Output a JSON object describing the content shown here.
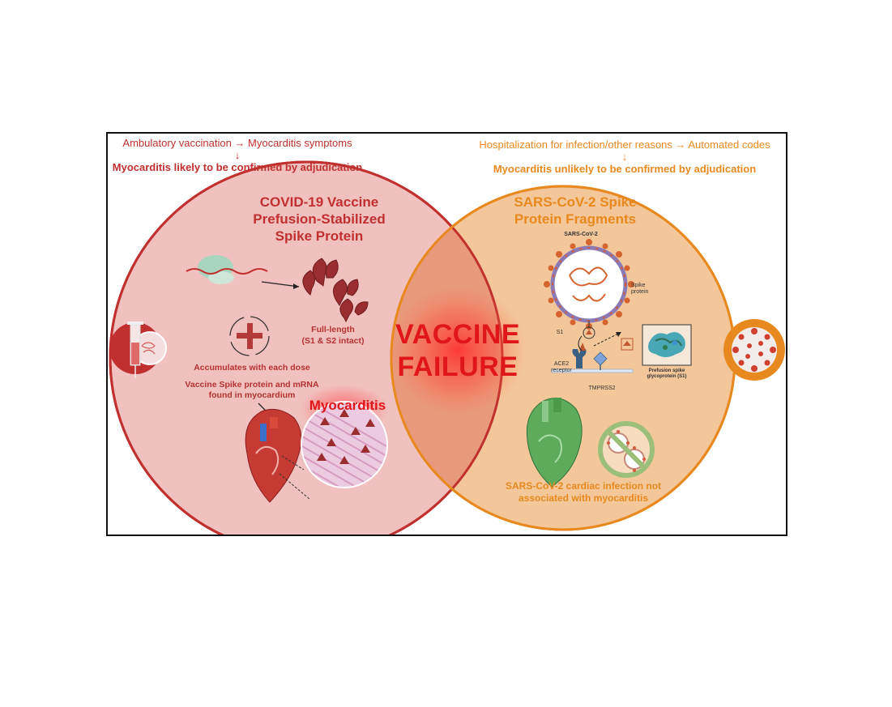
{
  "left_header": {
    "line1": "Ambulatory vaccination → Myocarditis symptoms",
    "arrow": "↓",
    "line2": "Myocarditis likely to be confirmed by adjudication"
  },
  "right_header": {
    "line1": "Hospitalization for infection/other reasons → Automated codes",
    "arrow": "↓",
    "line2": "Myocarditis unlikely to be confirmed by adjudication"
  },
  "left_circle": {
    "title_lines": [
      "COVID-19 Vaccine",
      "Prefusion-Stabilized",
      "Spike Protein"
    ],
    "full_length_lines": [
      "Full-length",
      "(S1 & S2 intact)"
    ],
    "accumulates": "Accumulates with each dose",
    "found_lines": [
      "Vaccine Spike protein and mRNA",
      "found in myocardium"
    ],
    "myocarditis": "Myocarditis"
  },
  "center": {
    "lines": [
      "VACCINE",
      "FAILURE"
    ]
  },
  "right_circle": {
    "title_lines": [
      "SARS-CoV-2 Spike",
      "Protein Fragments"
    ],
    "virus_label": "SARS-CoV-2",
    "spike_label_lines": [
      "Spike",
      "protein"
    ],
    "s1_label": "S1",
    "ace2_lines": [
      "ACE2",
      "receptor"
    ],
    "tmprss2_label": "TMPRSS2",
    "prefusion_lines": [
      "Prefusion spike",
      "glycoprotein (S1)"
    ],
    "caption_lines": [
      "SARS-CoV-2 cardiac infection not",
      "associated with myocarditis"
    ]
  },
  "icons": [
    "syringe-icon",
    "mrna-ribosome-icon",
    "spike-protein-icon",
    "accumulation-cycle-icon",
    "heart-icon",
    "myocardium-histology-icon",
    "virus-icon",
    "ace2-receptor-icon",
    "spike-structure-icon",
    "no-virus-icon",
    "coronavirus-icon"
  ],
  "colors": {
    "red": "#c0302f",
    "left_fill": "#f1c1c0",
    "orange": "#e8891f",
    "right_fill": "#f3c79a",
    "center_text": "#e0161a"
  }
}
